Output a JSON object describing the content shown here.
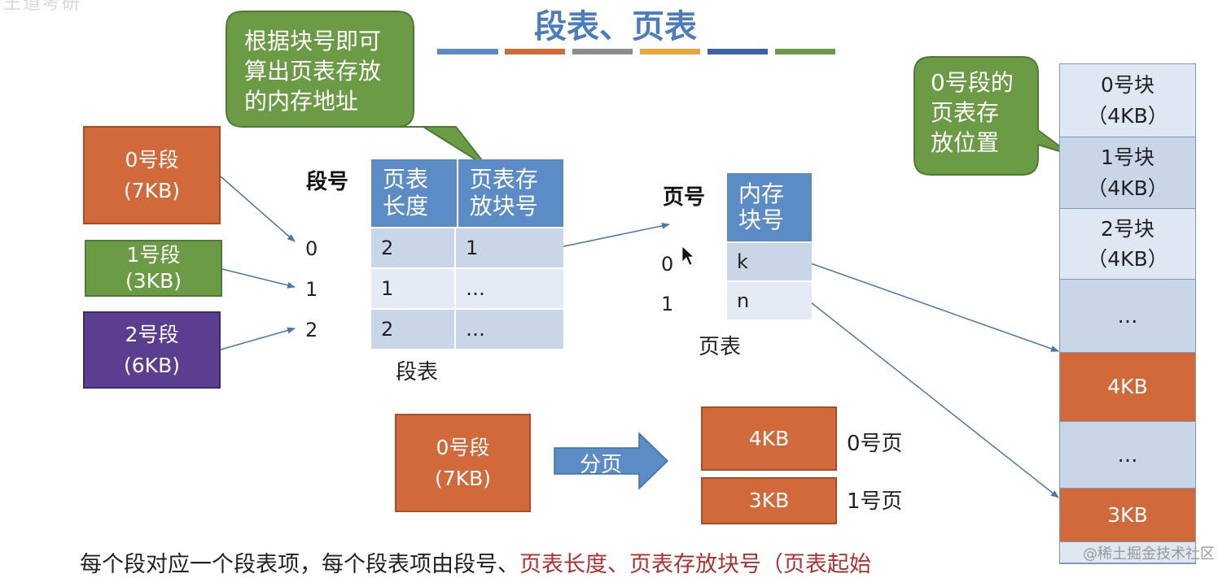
{
  "header": {
    "title": "段表、页表",
    "corner_logo": "王道考研",
    "stripe_colors": [
      "#5b8cc5",
      "#d2693b",
      "#8c8c8c",
      "#e7a93e",
      "#3d63a6",
      "#6c9b45"
    ]
  },
  "callouts": {
    "top": "根据块号即可\n算出页表存放\n的内存地址",
    "right": "0号段的\n页表存\n放位置"
  },
  "segments": [
    {
      "name": "0号段",
      "size": "(7KB)",
      "color": "#d2693b"
    },
    {
      "name": "1号段",
      "size": "(3KB)",
      "color": "#6c9b45"
    },
    {
      "name": "2号段",
      "size": "(6KB)",
      "color": "#5b3e8f"
    }
  ],
  "segment_numbers_label": "段号",
  "segment_numbers": [
    "0",
    "1",
    "2"
  ],
  "segment_table": {
    "headers": [
      "页表\n长度",
      "页表存\n放块号"
    ],
    "rows": [
      [
        "2",
        "1"
      ],
      [
        "1",
        "…"
      ],
      [
        "2",
        "…"
      ]
    ],
    "caption": "段表"
  },
  "page_numbers_label": "页号",
  "page_numbers": [
    "0",
    "1"
  ],
  "page_table": {
    "header": "内存\n块号",
    "rows": [
      "k",
      "n"
    ],
    "caption": "页表"
  },
  "memory": [
    {
      "line1": "0号块",
      "line2": "（4KB）",
      "fill": "#dfe7f3"
    },
    {
      "line1": "1号块",
      "line2": "（4KB）",
      "fill": "#c9d6e8"
    },
    {
      "line1": "2号块",
      "line2": "（4KB）",
      "fill": "#dfe7f3"
    },
    {
      "line1": "…",
      "line2": "",
      "fill": "#c9d6e8"
    },
    {
      "line1": "4KB",
      "line2": "",
      "fill": "#d2693b"
    },
    {
      "line1": "…",
      "line2": "",
      "fill": "#c9d6e8"
    },
    {
      "line1": "3KB",
      "line2": "",
      "fill": "#d2693b"
    },
    {
      "line1": "",
      "line2": "",
      "fill": "#dfe7f3"
    }
  ],
  "paging": {
    "segment_name": "0号段",
    "segment_size": "(7KB)",
    "arrow_label": "分页",
    "pages": [
      {
        "size": "4KB",
        "label": "0号页"
      },
      {
        "size": "3KB",
        "label": "1号页"
      }
    ]
  },
  "footer": {
    "text_plain": "每个段对应一个段表项，每个段表项由段号、",
    "text_red": "页表长度、页表存放块号（页表起始"
  },
  "watermark": "@稀土掘金技术社区"
}
